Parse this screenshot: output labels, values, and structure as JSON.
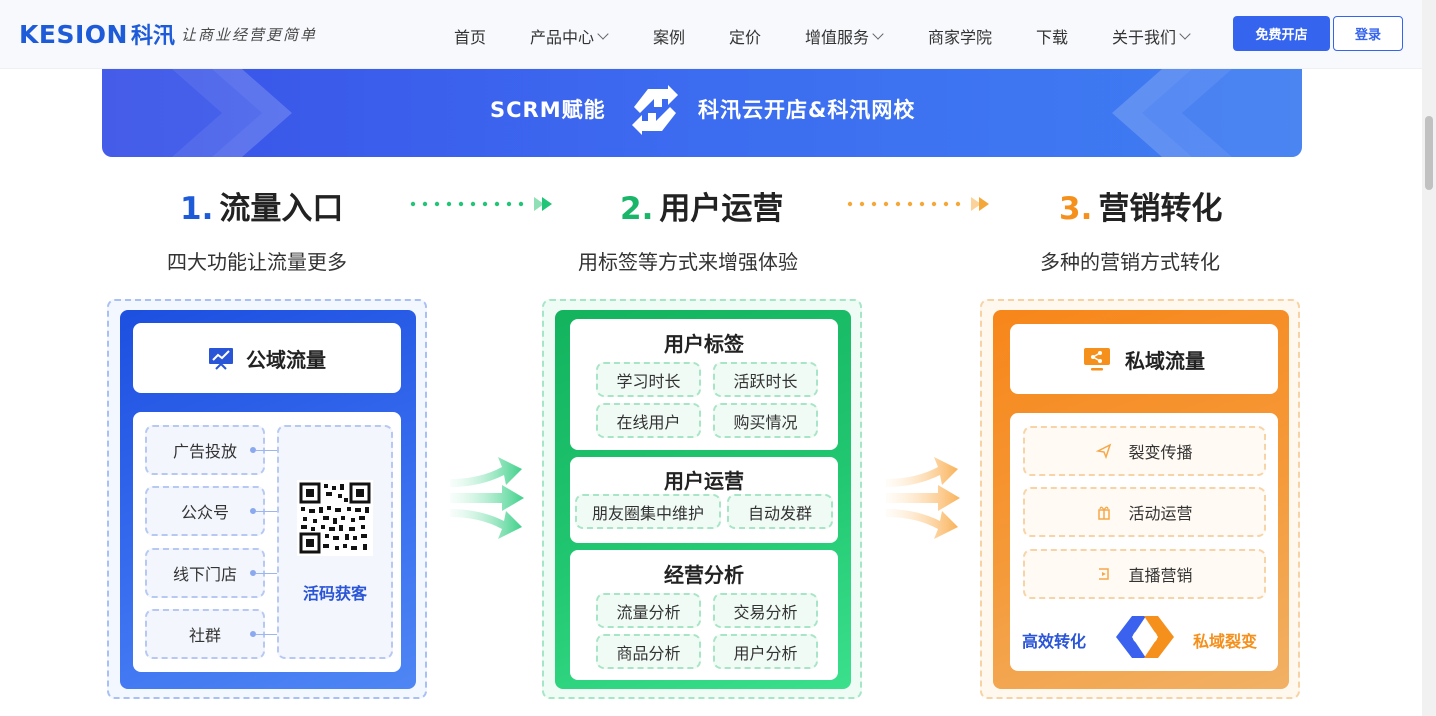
{
  "header": {
    "logo_en": "KESION",
    "logo_cn": "科汛",
    "slogan": "让商业经营更简单",
    "nav": [
      {
        "label": "首页",
        "dropdown": false
      },
      {
        "label": "产品中心",
        "dropdown": true
      },
      {
        "label": "案例",
        "dropdown": false
      },
      {
        "label": "定价",
        "dropdown": false
      },
      {
        "label": "增值服务",
        "dropdown": true
      },
      {
        "label": "商家学院",
        "dropdown": false
      },
      {
        "label": "下载",
        "dropdown": false
      },
      {
        "label": "关于我们",
        "dropdown": true
      }
    ],
    "cta_primary": "免费开店",
    "cta_secondary": "登录"
  },
  "banner": {
    "left": "SCRM赋能",
    "right": "科汛云开店&科汛网校"
  },
  "steps": [
    {
      "num": "1.",
      "title": "流量入口",
      "subtitle": "四大功能让流量更多",
      "color": "#1e5bd8"
    },
    {
      "num": "2.",
      "title": "用户运营",
      "subtitle": "用标签等方式来增强体验",
      "color": "#19b569"
    },
    {
      "num": "3.",
      "title": "营销转化",
      "subtitle": "多种的营销方式转化",
      "color": "#f5901c"
    }
  ],
  "panel1": {
    "title": "公域流量",
    "items": [
      "广告投放",
      "公众号",
      "线下门店",
      "社群"
    ],
    "qr_label": "活码获客"
  },
  "panel2": {
    "sections": [
      {
        "title": "用户标签",
        "tags": [
          "学习时长",
          "活跃时长",
          "在线用户",
          "购买情况"
        ]
      },
      {
        "title": "用户运营",
        "tags": [
          "朋友圈集中维护",
          "自动发群"
        ]
      },
      {
        "title": "经营分析",
        "tags": [
          "流量分析",
          "交易分析",
          "商品分析",
          "用户分析"
        ]
      }
    ]
  },
  "panel3": {
    "title": "私域流量",
    "items": [
      "裂变传播",
      "活动运营",
      "直播营销"
    ],
    "left_label": "高效转化",
    "right_label": "私域裂变"
  },
  "colors": {
    "blue": "#1e5bd8",
    "green": "#19b569",
    "orange": "#f5901c",
    "accent": "#3564ee"
  }
}
